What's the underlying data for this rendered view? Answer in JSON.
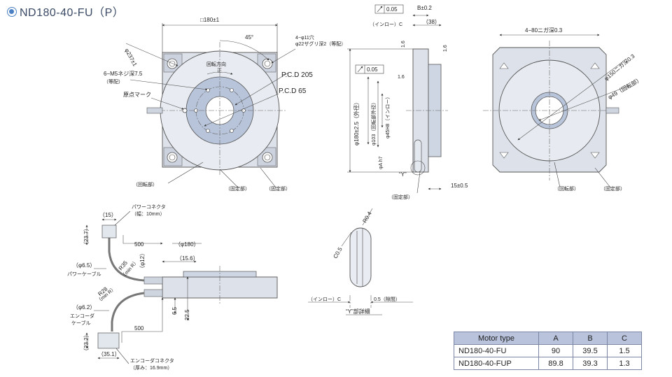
{
  "title": "ND180-40-FU（P）",
  "front_view": {
    "square_dim": "□180±1",
    "angle": "45°",
    "outer_dia": "φ237±1",
    "holes_note_1": "4−φ11穴",
    "holes_note_2": "φ22ザグリ深2（等配）",
    "tap_note_1": "6−M5ネジ深7.5",
    "tap_note_2": "（等配）",
    "rotation_dir": "回転方向",
    "rotation_pos": "正",
    "pcd_205": "P.C.D 205",
    "pcd_65": "P.C.D 65",
    "origin_mark": "原点マーク",
    "rotating": "（回転部）",
    "fixed_1": "（固定部）",
    "fixed_2": "（固定部）"
  },
  "side_view": {
    "flatness_top": "0.05",
    "flatness_mid": "0.05",
    "b_dim": "B±0.2",
    "inlow_c": "（インロー）C",
    "d38": "（38）",
    "finish_1": "1.6",
    "finish_2": "1.6",
    "finish_3": "1.6",
    "dia180": "φ180±2.5（外径）",
    "dia103": "φ103（回転部外径）",
    "dia45": "φ45H8（インロー）",
    "dia_a": "φA h7",
    "y_label": "“Y”",
    "dim15": "15±0.5",
    "fixed": "（固定部）"
  },
  "back_view": {
    "holes": "4−80ニガ深0.3",
    "dia150": "φ150ニガ深0.3",
    "dia49": "φ49（回転部）",
    "rotating": "（回転部）",
    "fixed": "（固定部）"
  },
  "bottom_view": {
    "d15": "（15）",
    "power_connector": "パワーコネクタ",
    "width": "（幅：10mm）",
    "d23_7": "（23.7）",
    "len_top": "500",
    "d180": "（φ180）",
    "r35": "R35",
    "min_r": "（min R）",
    "d15_6": "（15.6）",
    "d6_5": "（φ6.5）",
    "d12": "（φ12）",
    "power_cable": "パワーケーブル",
    "r28": "R28",
    "min_r2": "（min R）",
    "d6_2": "（φ6.2）",
    "encoder_cable_1": "エンコーダ",
    "encoder_cable_2": "ケーブル",
    "h6_5": "6.5",
    "h22_5": "22.5",
    "len_bottom": "500",
    "d23_2": "（23.2）",
    "d35_1": "（35.1）",
    "encoder_connector": "エンコーダコネクタ",
    "thickness": "（厚み：16.9mm）"
  },
  "detail_y": {
    "r04": "R0.4",
    "c05": "C0.5",
    "inlow_c": "（インロー）C",
    "gap": "0.5（隙間）",
    "caption": "“Y”部詳細"
  },
  "spec_table": {
    "headers": [
      "Motor type",
      "A",
      "B",
      "C"
    ],
    "rows": [
      [
        "ND180-40-FU",
        "90",
        "39.5",
        "1.5"
      ],
      [
        "ND180-40-FUP",
        "89.8",
        "39.3",
        "1.3"
      ]
    ]
  }
}
